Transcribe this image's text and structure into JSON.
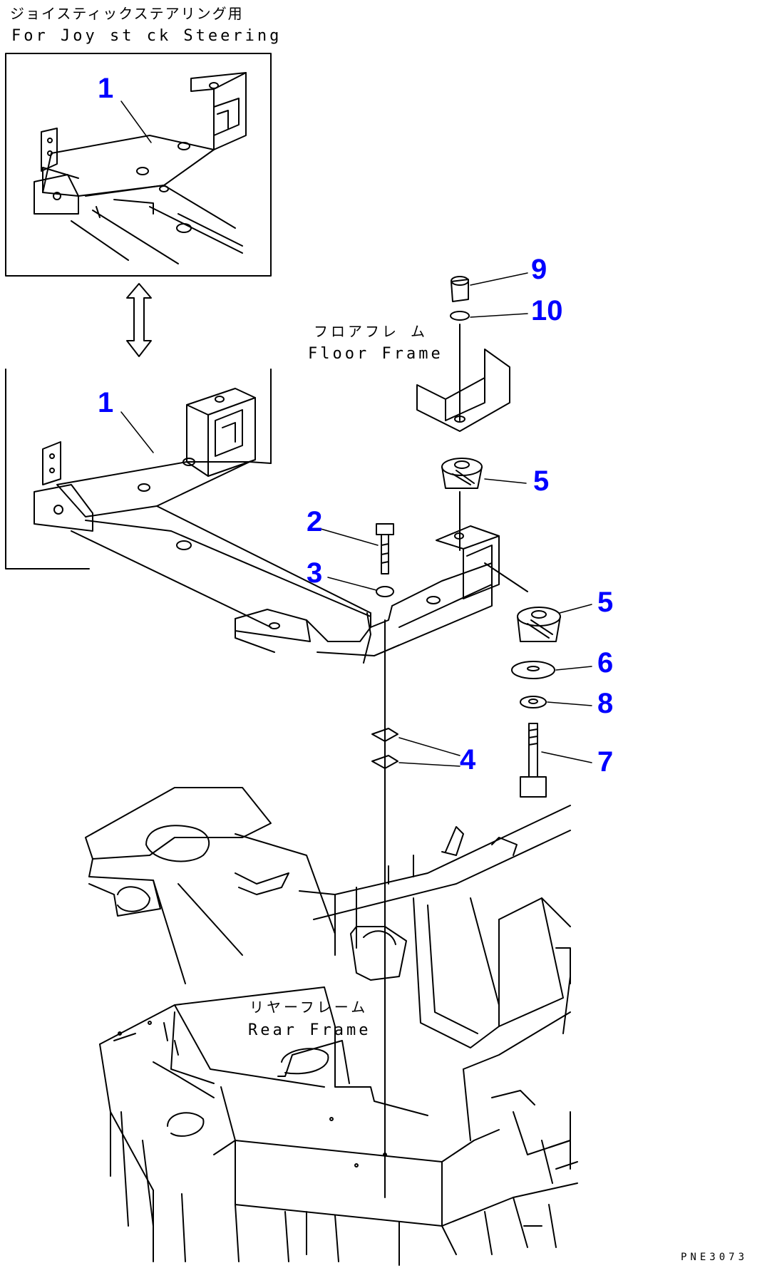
{
  "header": {
    "caption_jp": "ジョイスティックステアリング用",
    "caption_en": "For Joy st ck Steering"
  },
  "labels": {
    "floor_frame_jp": "フロアフレ ム",
    "floor_frame_en": "Floor Frame",
    "rear_frame_jp": "リヤーフレーム",
    "rear_frame_en": "Rear Frame"
  },
  "callouts": {
    "c1_inset": "1",
    "c1_main": "1",
    "c2": "2",
    "c3": "3",
    "c4": "4",
    "c5_upper": "5",
    "c5_lower": "5",
    "c6": "6",
    "c7": "7",
    "c8": "8",
    "c9": "9",
    "c10": "10"
  },
  "footer": {
    "code": "PNE3073"
  },
  "colors": {
    "callout": "#0000ff",
    "line": "#000000",
    "background": "#ffffff"
  }
}
